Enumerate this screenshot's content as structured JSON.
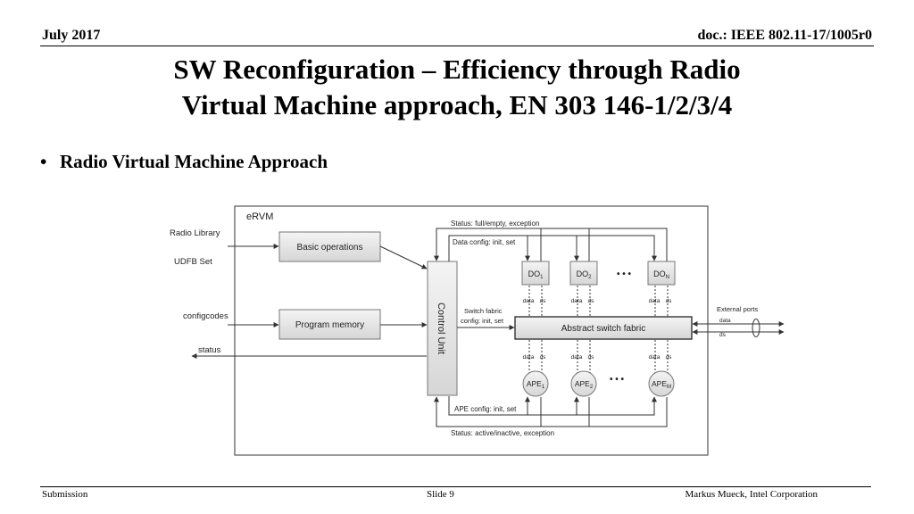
{
  "header": {
    "date": "July 2017",
    "doc": "doc.: IEEE 802.11-17/1005r0"
  },
  "title": {
    "line1": "SW Reconfiguration – Efficiency through Radio",
    "line2": "Virtual Machine approach, EN 303 146-1/2/3/4"
  },
  "bullet": {
    "text": "Radio Virtual Machine Approach"
  },
  "diagram": {
    "container_label": "eRVM",
    "inputs": {
      "radio_library": "Radio Library",
      "udfb_set": "UDFB Set",
      "configcodes": "configcodes",
      "status": "status"
    },
    "blocks": {
      "basic_operations": "Basic operations",
      "program_memory": "Program memory",
      "control_unit": "Control Unit",
      "switch_fabric": "Abstract switch fabric"
    },
    "data_objects": {
      "do1_main": "DO",
      "do1_sub": "1",
      "do2_main": "DO",
      "do2_sub": "2",
      "don_main": "DO",
      "don_sub": "N"
    },
    "apes": {
      "ape1_main": "APE",
      "ape1_sub": "1",
      "ape2_main": "APE",
      "ape2_sub": "2",
      "apem_main": "APE",
      "apem_sub": "M"
    },
    "ellipsis": "• • •",
    "signals": {
      "status_top": "Status: full/empty, exception",
      "data_config": "Data config: init, set",
      "switch_config_1": "Switch fabric",
      "switch_config_2": "config: init, set",
      "ape_config": "APE config: init, set",
      "status_bottom": "Status: active/inactive, exception",
      "data": "data",
      "ds": "ds"
    },
    "external": {
      "label": "External ports",
      "data": "data",
      "ds": "ds"
    }
  },
  "footer": {
    "left": "Submission",
    "center": "Slide 9",
    "right": "Markus Mueck, Intel Corporation"
  }
}
